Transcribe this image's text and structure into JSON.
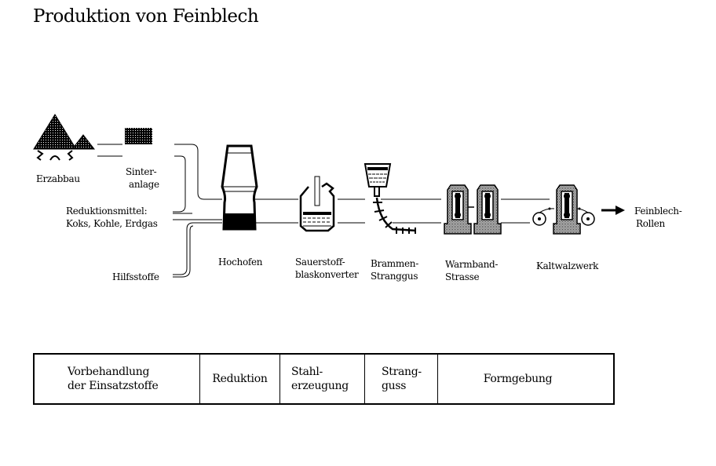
{
  "title": "Produktion von Feinblech",
  "inputs": {
    "ore_mining": "Erzabbau",
    "sinter_plant_l1": "Sinter-",
    "sinter_plant_l2": "anlage",
    "reducing_agents_l1": "Reduktionsmittel:",
    "reducing_agents_l2": "Koks, Kohle, Erdgas",
    "auxiliaries": "Hilfsstoffe"
  },
  "process_steps": [
    {
      "id": "blast-furnace",
      "label_l1": "Hochofen",
      "label_l2": ""
    },
    {
      "id": "oxygen-converter",
      "label_l1": "Sauerstoff-",
      "label_l2": "blaskonverter"
    },
    {
      "id": "slab-casting",
      "label_l1": "Brammen-",
      "label_l2": "Stranggus"
    },
    {
      "id": "hot-strip-mill",
      "label_l1": "Warmband-",
      "label_l2": "Strasse"
    },
    {
      "id": "cold-rolling-mill",
      "label_l1": "Kaltwalzwerk",
      "label_l2": ""
    }
  ],
  "output": {
    "label_l1": "Feinblech-",
    "label_l2": "Rollen"
  },
  "phases": [
    {
      "label": "Vorbehandlung\nder Einsatzstoffe"
    },
    {
      "label": "Reduktion"
    },
    {
      "label": "Stahl-\nerzeugung"
    },
    {
      "label": "Strang-\nguss"
    },
    {
      "label": "Formgebung"
    }
  ]
}
